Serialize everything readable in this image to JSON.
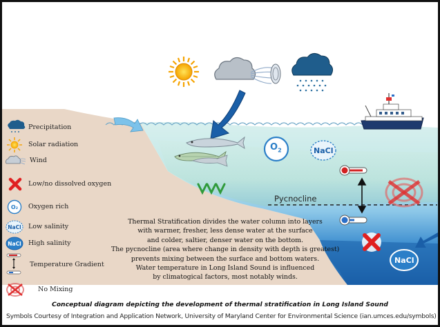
{
  "legend": [
    {
      "label": "Precipitation",
      "icon": "rain-cloud-icon"
    },
    {
      "label": "Solar radiation",
      "icon": "sun-icon"
    },
    {
      "label": "Wind",
      "icon": "wind-icon"
    },
    {
      "label": "Low/no dissolved oxygen",
      "icon": "red-x-icon"
    },
    {
      "label": "Oxygen rich",
      "icon": "o2-bubble-icon"
    },
    {
      "label": "Low salinity",
      "icon": "nacl-low-icon"
    },
    {
      "label": "High salinity",
      "icon": "nacl-high-icon"
    },
    {
      "label": "Temperature Gradient",
      "icon": "thermometer-gradient-icon"
    },
    {
      "label": "No Mixing",
      "icon": "no-mixing-icon"
    }
  ],
  "pycnocline_label": "Pycnocline",
  "o2_label": "O",
  "o2_subscript": "2",
  "nacl_label": "NaCl",
  "description": [
    "Thermal Stratification divides the water column into layers",
    "with warmer, fresher, less dense water at the surface",
    "and colder, saltier, denser water on the bottom.",
    "The pycnocline (area where change in density with depth is greatest)",
    "prevents mixing between the surface and bottom waters.",
    "Water temperature in Long Island Sound is influenced",
    "by climatogical factors, most notably winds."
  ],
  "caption": "Conceptual diagram depicting the development of thermal stratification in Long Island Sound",
  "credits": "Symbols Courtesy of Integration and Application Network, University of Maryland Center for Environmental Science (ian.umces.edu/symbols)",
  "colors": {
    "land": "#e9d7c7",
    "surface_water": "#bfe6e6",
    "deep_water": "#1f6fb8",
    "arrow": "#1a5fa8",
    "no_dissolved_oxygen": "#e02020"
  }
}
